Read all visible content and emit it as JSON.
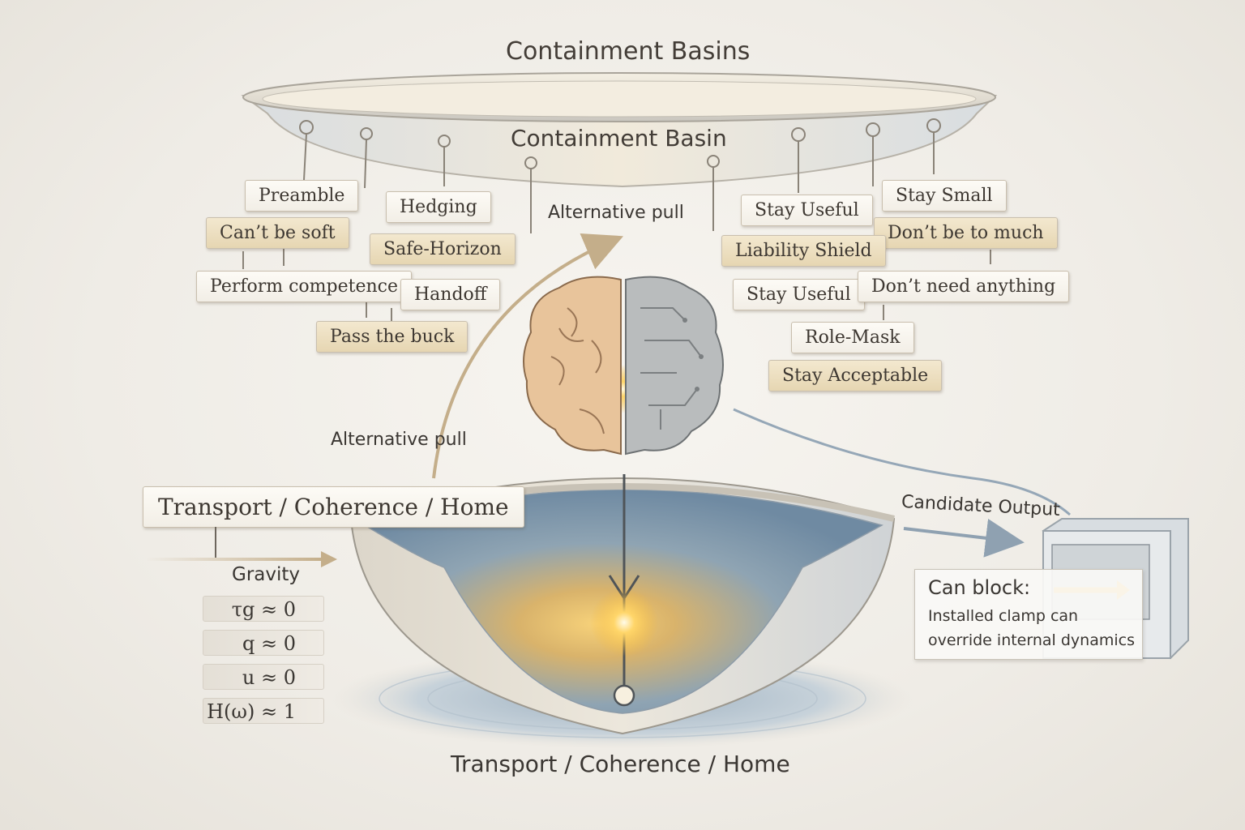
{
  "title": "Containment Basins",
  "basin_label": "Containment Basin",
  "tags_left": [
    {
      "label": "Preamble"
    },
    {
      "label": "Can’t be soft"
    },
    {
      "label": "Hedging"
    },
    {
      "label": "Safe-Horizon"
    },
    {
      "label": "Perform competence"
    },
    {
      "label": "Handoff"
    },
    {
      "label": "Pass the buck"
    }
  ],
  "tags_right": [
    {
      "label": "Stay Useful"
    },
    {
      "label": "Stay Small"
    },
    {
      "label": "Don’t be to much"
    },
    {
      "label": "Liability Shield"
    },
    {
      "label": "Stay Useful"
    },
    {
      "label": "Don’t need anything"
    },
    {
      "label": "Role-Mask"
    },
    {
      "label": "Stay Acceptable"
    }
  ],
  "alt_pull_top": "Alternative pull",
  "alt_pull_mid": "Alternative pull",
  "home_box": "Transport / Coherence / Home",
  "gravity": "Gravity",
  "variables": [
    "τg ≈ 0",
    "q ≈ 0",
    "u ≈ 0",
    "H(ω) ≈ 1"
  ],
  "bottom_label": "Transport / Coherence / Home",
  "candidate_output": "Candidate Output",
  "clamp": {
    "heading": "Can block:",
    "line1": "Installed clamp can",
    "line2": "override internal dynamics"
  },
  "colors": {
    "background": "#efece6",
    "tag_fill": "#efe6d3",
    "glow": "#f5b93a",
    "bowl_blue": "#7b96ad",
    "ink": "#3a3632"
  },
  "icons": [
    "brain-half-organic-icon",
    "brain-half-circuit-icon",
    "lock-ring-icon"
  ]
}
